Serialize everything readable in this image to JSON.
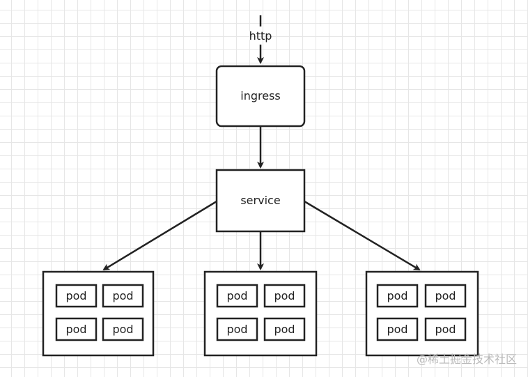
{
  "diagram": {
    "input_label": "http",
    "ingress_label": "ingress",
    "service_label": "service",
    "pod_groups": [
      {
        "pods": [
          "pod",
          "pod",
          "pod",
          "pod"
        ]
      },
      {
        "pods": [
          "pod",
          "pod",
          "pod",
          "pod"
        ]
      },
      {
        "pods": [
          "pod",
          "pod",
          "pod",
          "pod"
        ]
      }
    ]
  },
  "watermark": "@稀土掘金技术社区",
  "colors": {
    "stroke": "#222222",
    "grid": "#e6e6e6",
    "background": "#ffffff",
    "watermark": "#b9b9b9"
  }
}
